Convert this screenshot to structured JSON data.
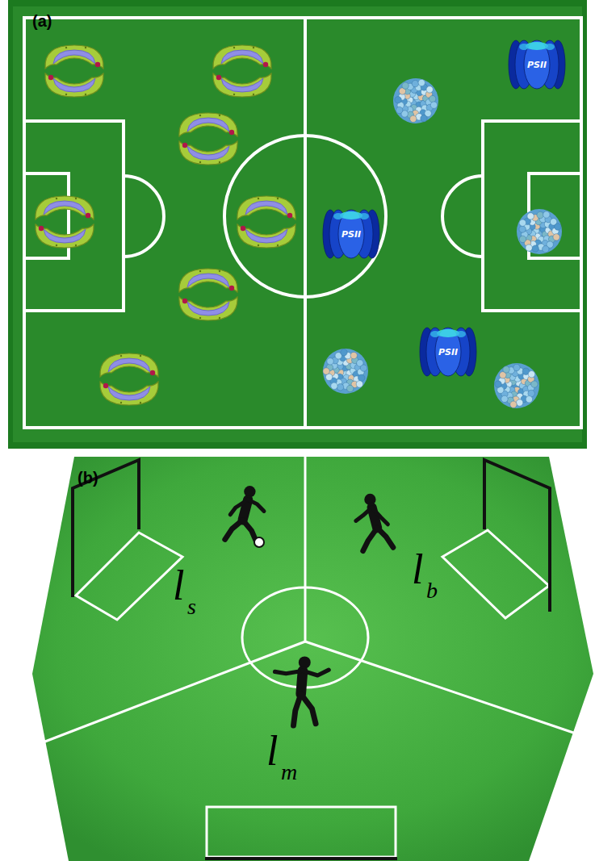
{
  "diagram": {
    "nodes": [
      {
        "text": [
          "PSII"
        ]
      },
      {
        "text": [
          "PSII"
        ]
      },
      {
        "text": [
          "PSII"
        ]
      }
    ],
    "labels": [
      "(a)",
      "(b)",
      "l",
      "s",
      "l",
      "b",
      "l",
      "m"
    ]
  }
}
